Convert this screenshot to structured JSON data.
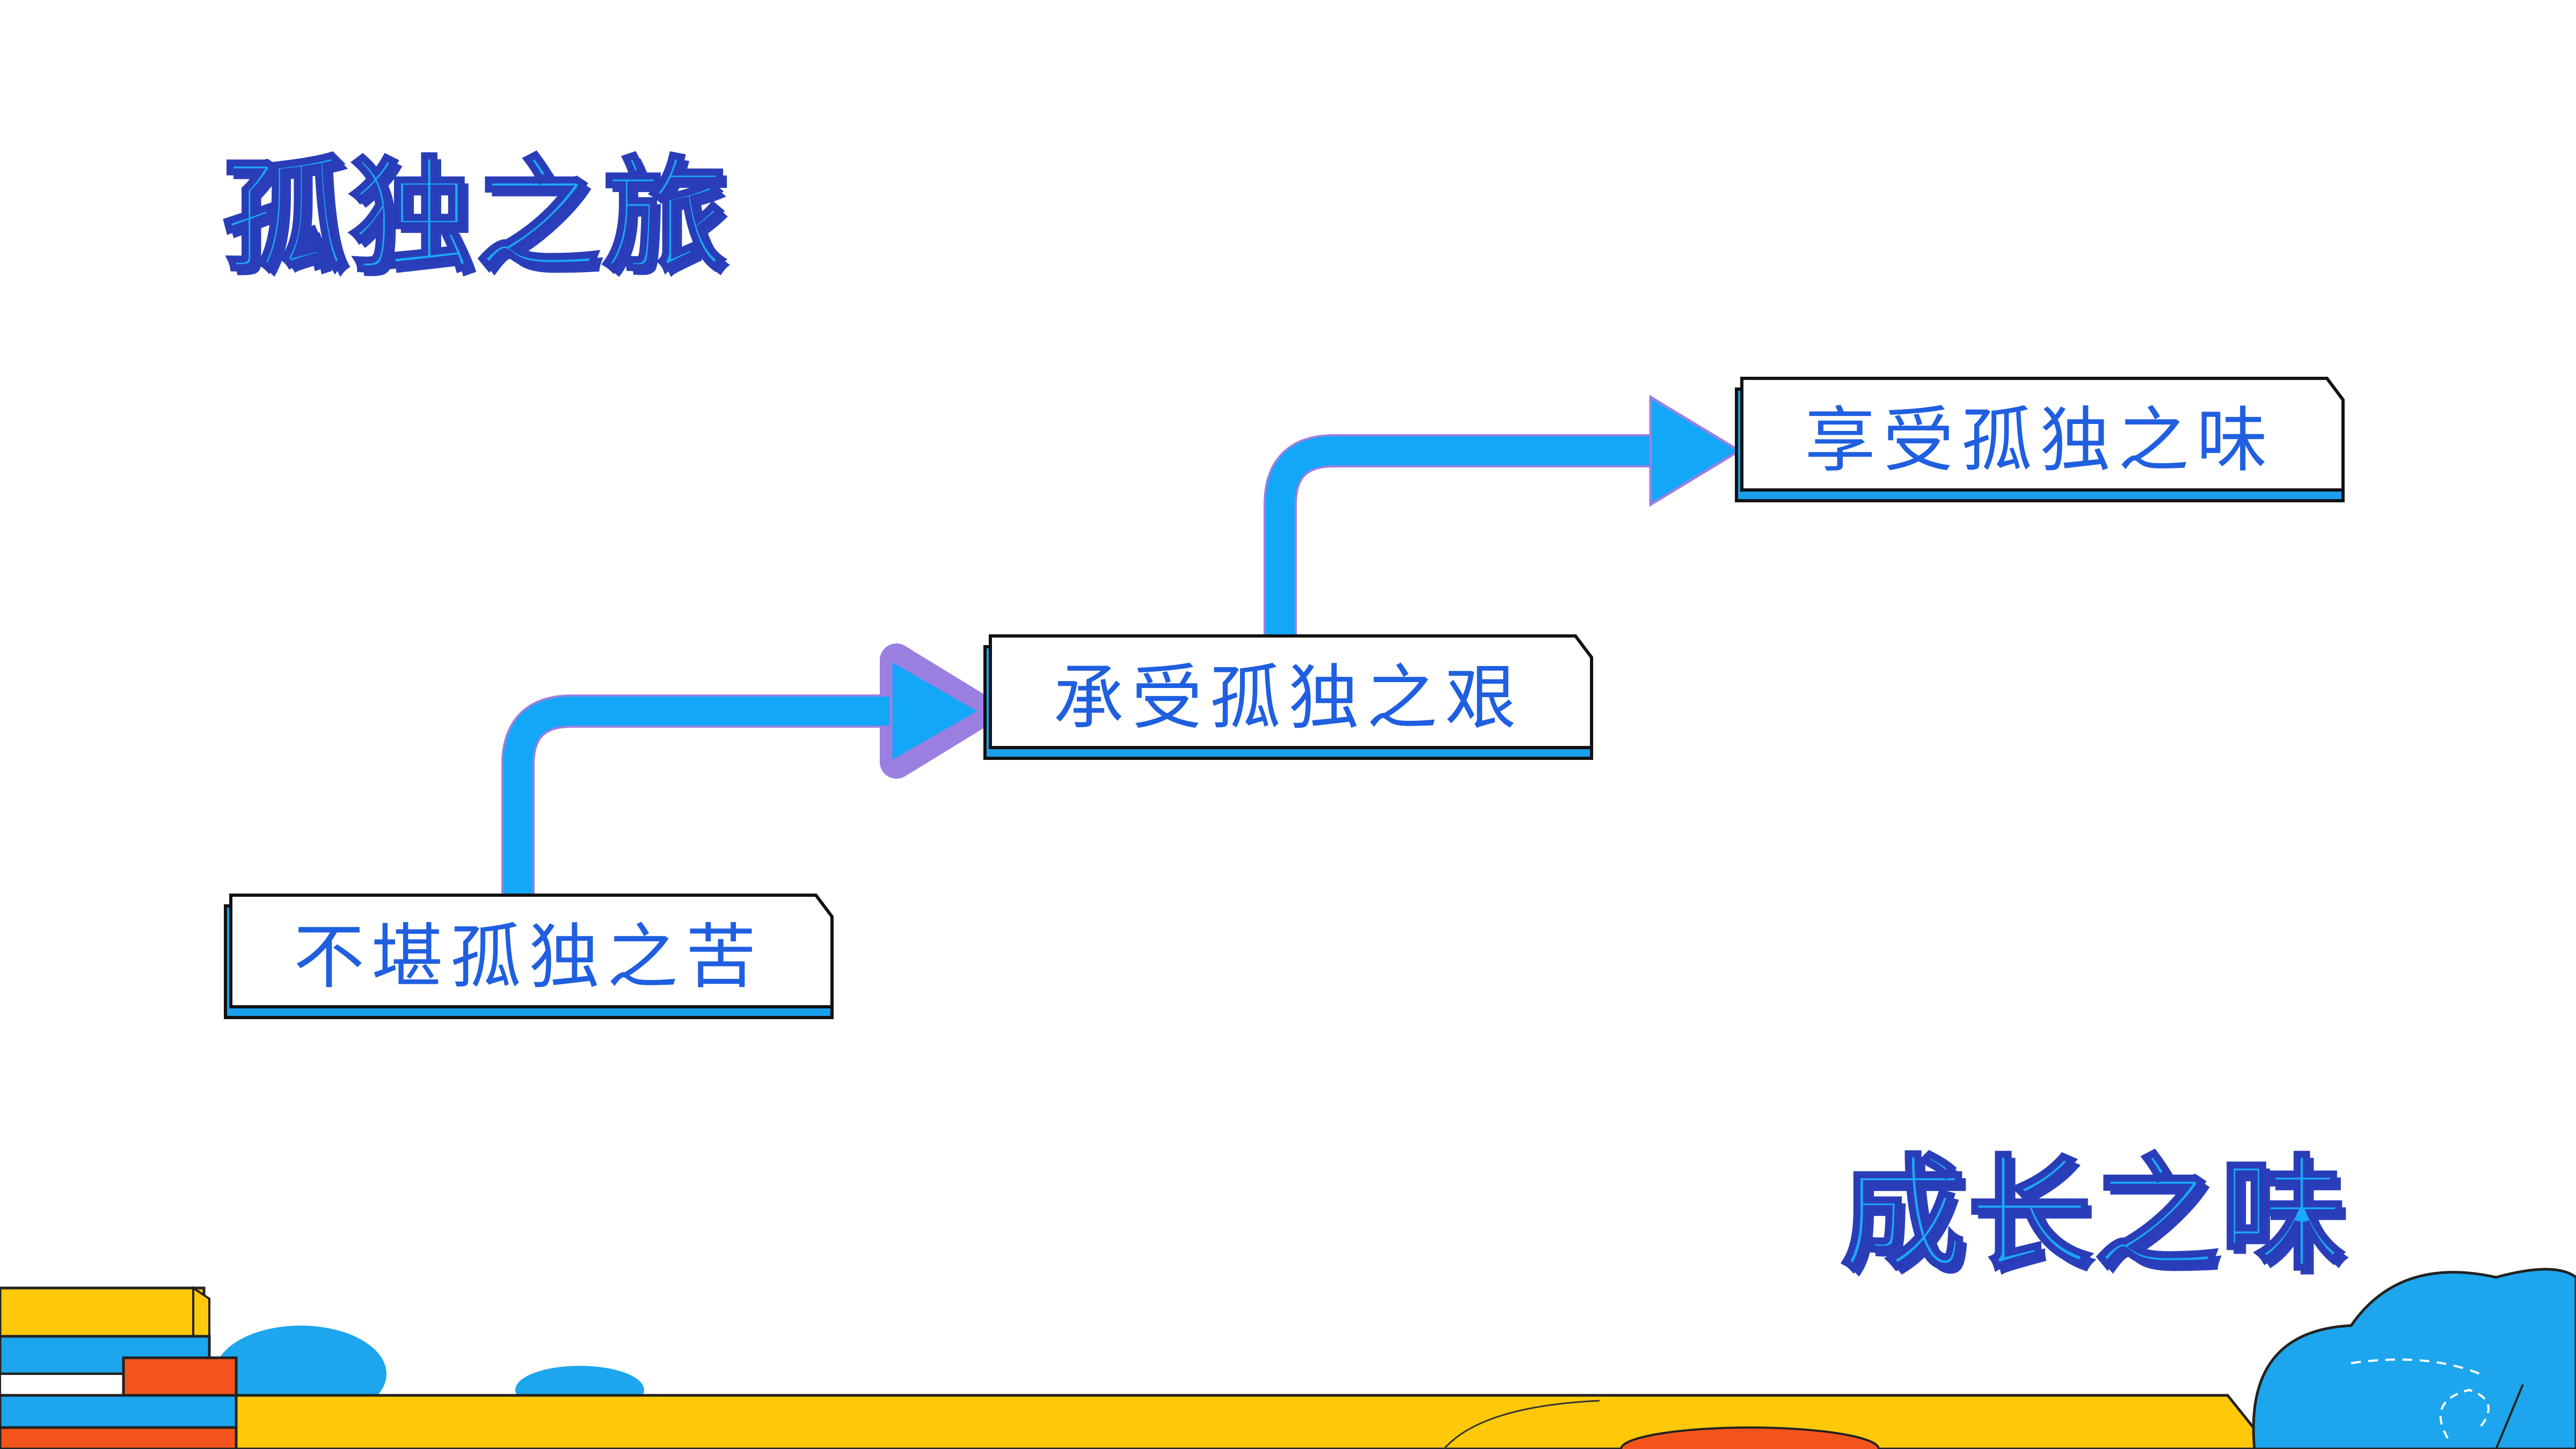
{
  "titles": {
    "top": "孤独之旅",
    "bottom": "成长之味"
  },
  "steps": [
    {
      "label": "不堪孤独之苦"
    },
    {
      "label": "承受孤独之艰"
    },
    {
      "label": "享受孤独之味"
    }
  ],
  "colors": {
    "arrow_fill": "#13a7f7",
    "arrow_outline": "#9b7fe0",
    "box_shadow": "#1aa0ec",
    "box_border": "#111111",
    "label_text": "#1f5fe0",
    "title_fill": "#1aa9f5",
    "title_shadow": "#2b3fbd",
    "ground_yellow": "#ffc90a",
    "book_red": "#f4541c",
    "cloud_blue": "#1da6ee"
  }
}
